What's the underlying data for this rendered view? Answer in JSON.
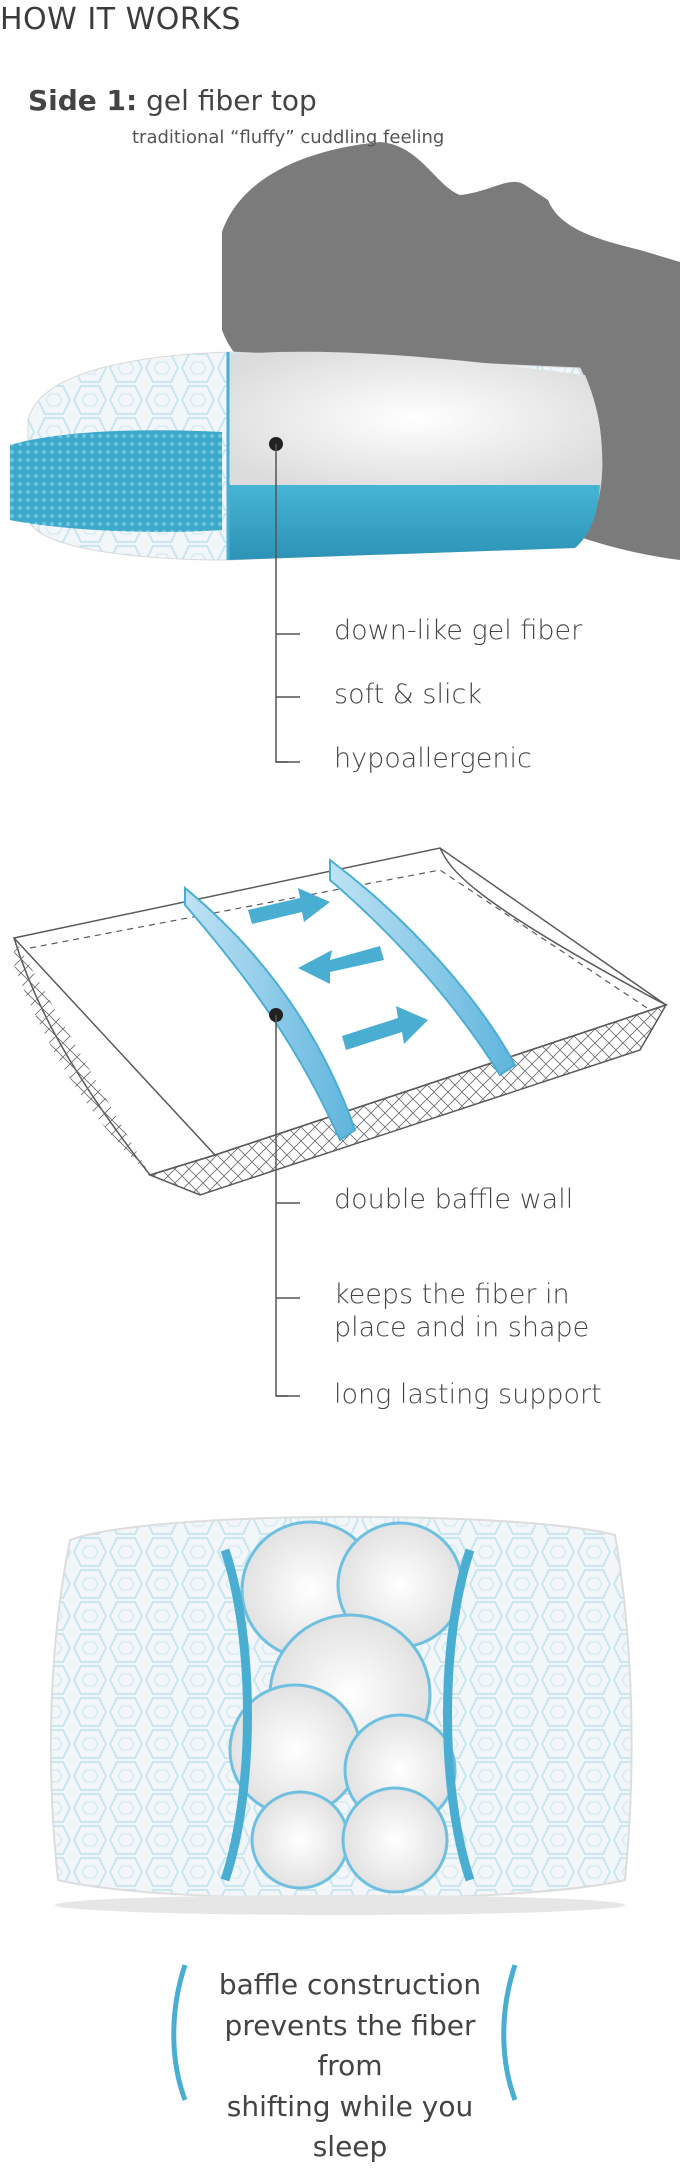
{
  "header": {
    "title": "HOW IT WORKS"
  },
  "section1": {
    "side_label": "Side 1:",
    "side_title": "gel fiber top",
    "subtitle": "traditional “fluffy” cuddling feeling",
    "features": [
      "down-like gel fiber",
      "soft & slick",
      "hypoallergenic"
    ]
  },
  "section2": {
    "features": [
      "double baffle wall",
      "keeps the fiber in",
      "place and in shape",
      "long lasting support"
    ]
  },
  "section3": {
    "caption": [
      "baffle construction",
      "prevents the fiber from",
      "shifting while you sleep"
    ]
  },
  "colors": {
    "accent": "#4aaed3",
    "head": "#7b7b7b",
    "text": "#444444"
  }
}
